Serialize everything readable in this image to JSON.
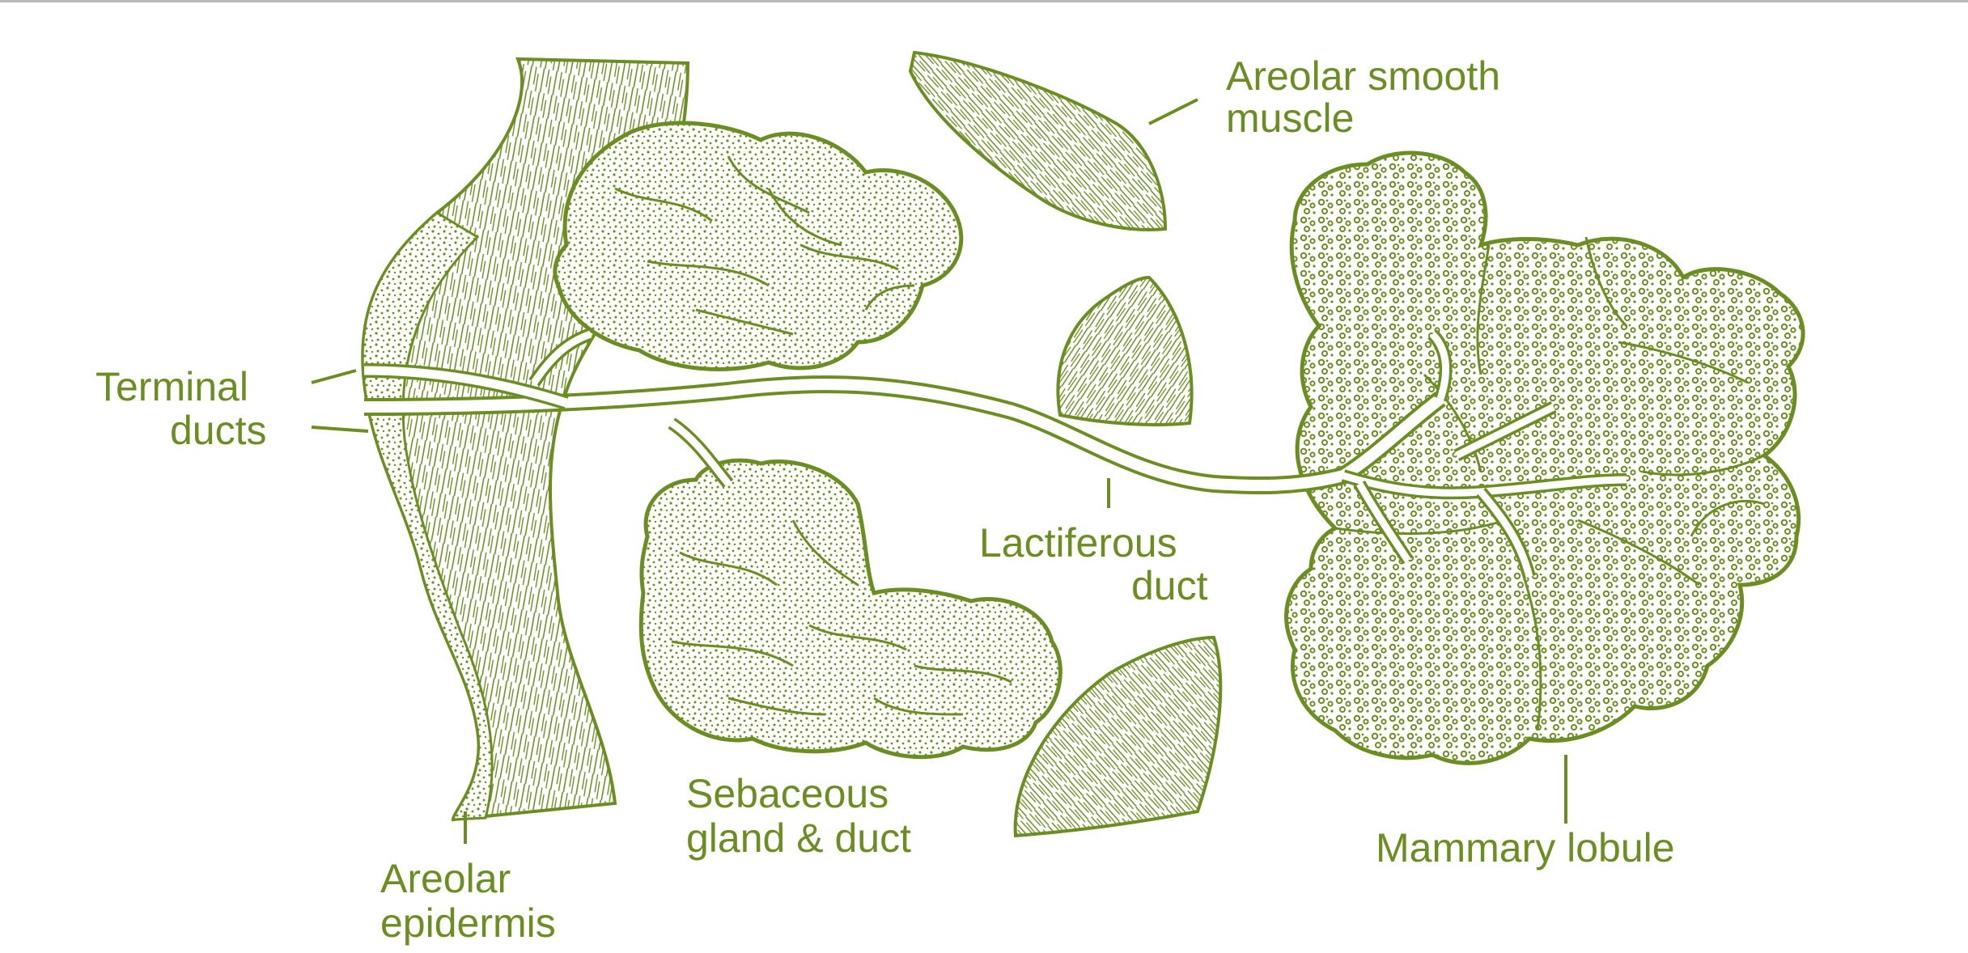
{
  "colors": {
    "ink": "#6b8e23",
    "fill": "#7a9a2e",
    "background": "#ffffff"
  },
  "labels": {
    "areolar_smooth_muscle_line1": "Areolar smooth",
    "areolar_smooth_muscle_line2": "muscle",
    "terminal_ducts_line1": "Terminal",
    "terminal_ducts_line2": "ducts",
    "lactiferous_duct_line1": "Lactiferous",
    "lactiferous_duct_line2": "duct",
    "sebaceous_gland_line1": "Sebaceous",
    "sebaceous_gland_line2": "gland & duct",
    "mammary_lobule": "Mammary lobule",
    "areolar_epidermis_line1": "Areolar",
    "areolar_epidermis_line2": "epidermis"
  }
}
